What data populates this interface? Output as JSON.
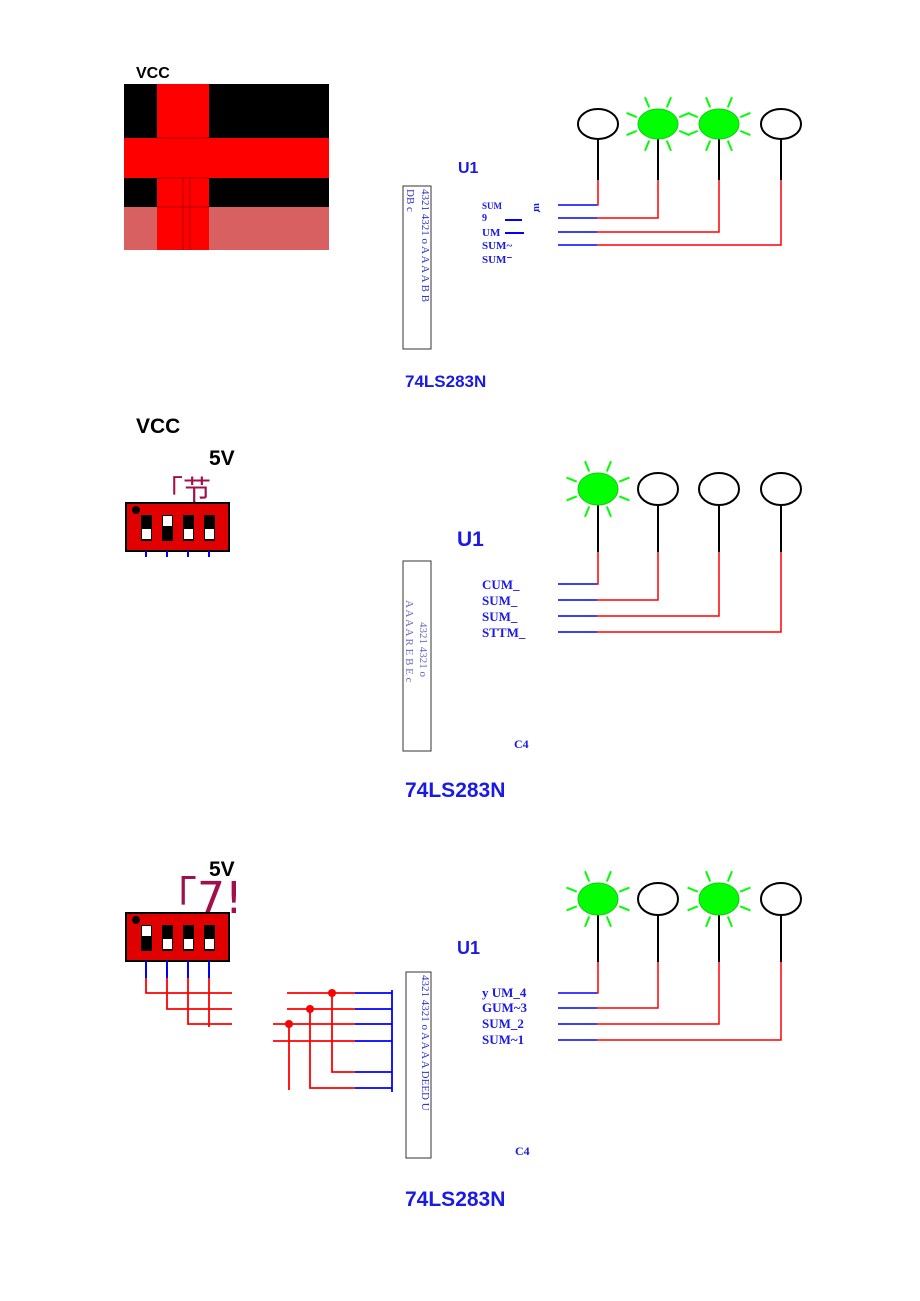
{
  "colors": {
    "red": "#ff0000",
    "blue": "#0000ff",
    "black": "#000000",
    "green": "#00ff00",
    "maroon": "#a0104a",
    "pink": "#d86060",
    "label_blue": "#1a1ae6"
  },
  "panel1": {
    "vcc_label": "VCC",
    "chip_ref": "U1",
    "chip_name": "74LS283N",
    "chip_pins_left": "4321 4321 o A A A A B B",
    "chip_pins_right": "DB c",
    "outputs": [
      "SUM",
      "9",
      "UM",
      "SUM~",
      "SUM⁻"
    ],
    "stray_mark": "ιư",
    "leds": [
      "off",
      "on",
      "on",
      "off"
    ]
  },
  "panel2": {
    "vcc_label": "VCC",
    "voltage": "5V",
    "switch_top_text": "「节",
    "chip_ref": "U1",
    "chip_name": "74LS283N",
    "chip_pins_left": "4321 4321 o",
    "chip_pins_right": "A A A A R E B E c",
    "outputs": [
      "CUM_",
      "SUM_",
      "SUM_",
      "STTM_"
    ],
    "c4": "C4",
    "leds": [
      "on",
      "off",
      "off",
      "off"
    ]
  },
  "panel3": {
    "voltage": "5V",
    "switch_top_text": "「7!",
    "chip_ref": "U1",
    "chip_name": "74LS283N",
    "chip_pins_left": "4321 4321 o A A A A DEED U",
    "outputs": [
      "y UM_4",
      "GUM~3",
      "SUM_2",
      "SUM~1"
    ],
    "c4": "C4",
    "leds": [
      "on",
      "off",
      "on",
      "off"
    ]
  }
}
